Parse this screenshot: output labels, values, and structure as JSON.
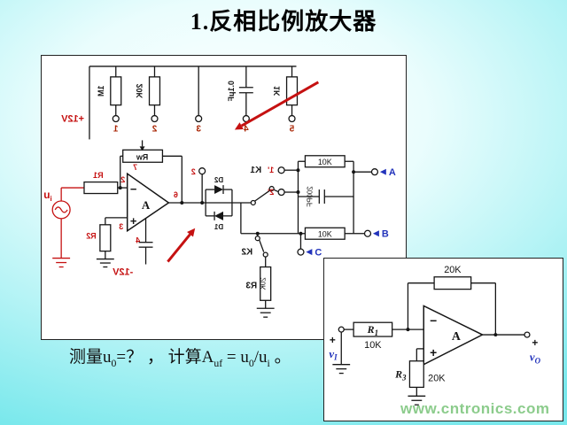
{
  "slide": {
    "title": "1.反相比例放大器",
    "watermark": "www.cntronics.com",
    "formula": {
      "p1": "测量u",
      "s1": "0",
      "p2": "=？ ， 计算A",
      "s2": "uf",
      "p3": " = u",
      "s3": "0",
      "p4": "/u",
      "s4": "i",
      "p5": " 。"
    },
    "colors": {
      "accent_red": "#c51111",
      "accent_blue": "#2233bb",
      "watermark_green": "#86c986"
    }
  },
  "main_circuit": {
    "supply_pos": "+12V",
    "supply_neg": "-12V",
    "top_components": [
      "1M",
      "20K",
      "0.1μF",
      "1K"
    ],
    "terminals_top": [
      "1",
      "2",
      "3",
      "4",
      "5"
    ],
    "opamp": "A",
    "minus": "−",
    "plus": "+",
    "pot": "Rw",
    "pins": {
      "p7": "7",
      "p2": "2",
      "p3": "3",
      "p4": "4",
      "p6": "6"
    },
    "r1": "R1",
    "r2": "R2",
    "input_label": "u",
    "input_sub": "i",
    "out_terminal": "2",
    "diode1": "D1",
    "diode2": "D2",
    "switch1": "K1",
    "jack1": "1'",
    "jack2": "2'",
    "net_r_top": "10K",
    "net_cap": "200PF",
    "net_r_bottom": "10K",
    "jack_a": "A",
    "jack_b": "B",
    "jack_c": "C",
    "switch2": "K2",
    "r3": "R3",
    "r3_value": "20K"
  },
  "inset_circuit": {
    "r1": "R",
    "r1_sub": "1",
    "r1_value": "10K",
    "rf_value": "20K",
    "r3": "R",
    "r3_sub": "3",
    "r3_value": "20K",
    "opamp": "A",
    "minus": "−",
    "plus": "+",
    "plus_in": "+",
    "plus_out": "+",
    "vin": "v",
    "vin_sub": "I",
    "vout": "v",
    "vout_sub": "O"
  }
}
